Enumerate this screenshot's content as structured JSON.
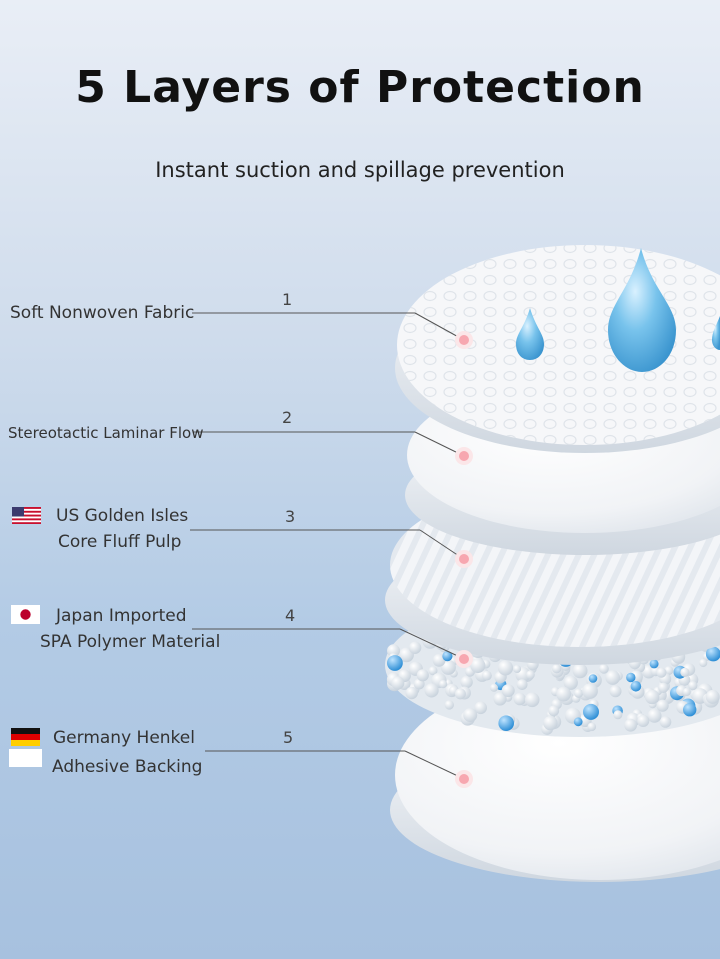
{
  "title": "5 Layers of Protection",
  "subtitle": "Instant suction and spillage prevention",
  "layers": [
    {
      "number": "1",
      "line1": "Soft Nonwoven Fabric",
      "line2": ""
    },
    {
      "number": "2",
      "line1": "Stereotactic Laminar Flow",
      "line2": ""
    },
    {
      "number": "3",
      "line1": "US Golden Isles",
      "line2": "Core Fluff Pulp",
      "flag": "us-flag-icon"
    },
    {
      "number": "4",
      "line1": "Japan Imported",
      "line2": "SPA Polymer Material",
      "flag": "japan-flag-icon"
    },
    {
      "number": "5",
      "line1": "Germany Henkel",
      "line2": "Adhesive Backing",
      "flag": "germany-flag-icon"
    }
  ],
  "colors": {
    "background_top": "#e9eef6",
    "background_bottom": "#a7c1df",
    "dot": "#f7a7b0",
    "droplet": "#5fb3e3"
  }
}
